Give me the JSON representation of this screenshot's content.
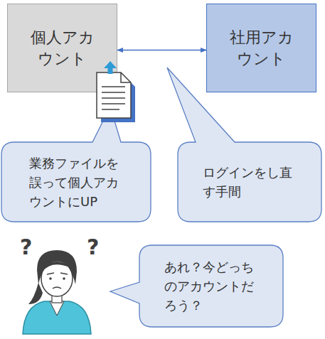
{
  "diagram": {
    "nodes": [
      {
        "text": [
          "個人アカウント"
        ]
      },
      {
        "text": [
          "社用アカウント"
        ]
      },
      {
        "text": [
          "業務ファイルを誤って個人アカウントにUP"
        ]
      },
      {
        "text": [
          "ログインをし直す手間"
        ]
      },
      {
        "text": [
          "あれ？今どっちのアカウントだろう？"
        ]
      }
    ],
    "edges": [
      {
        "from": 0,
        "to": 1,
        "arrow": "both"
      }
    ],
    "labels": [
      "?",
      "?"
    ]
  }
}
